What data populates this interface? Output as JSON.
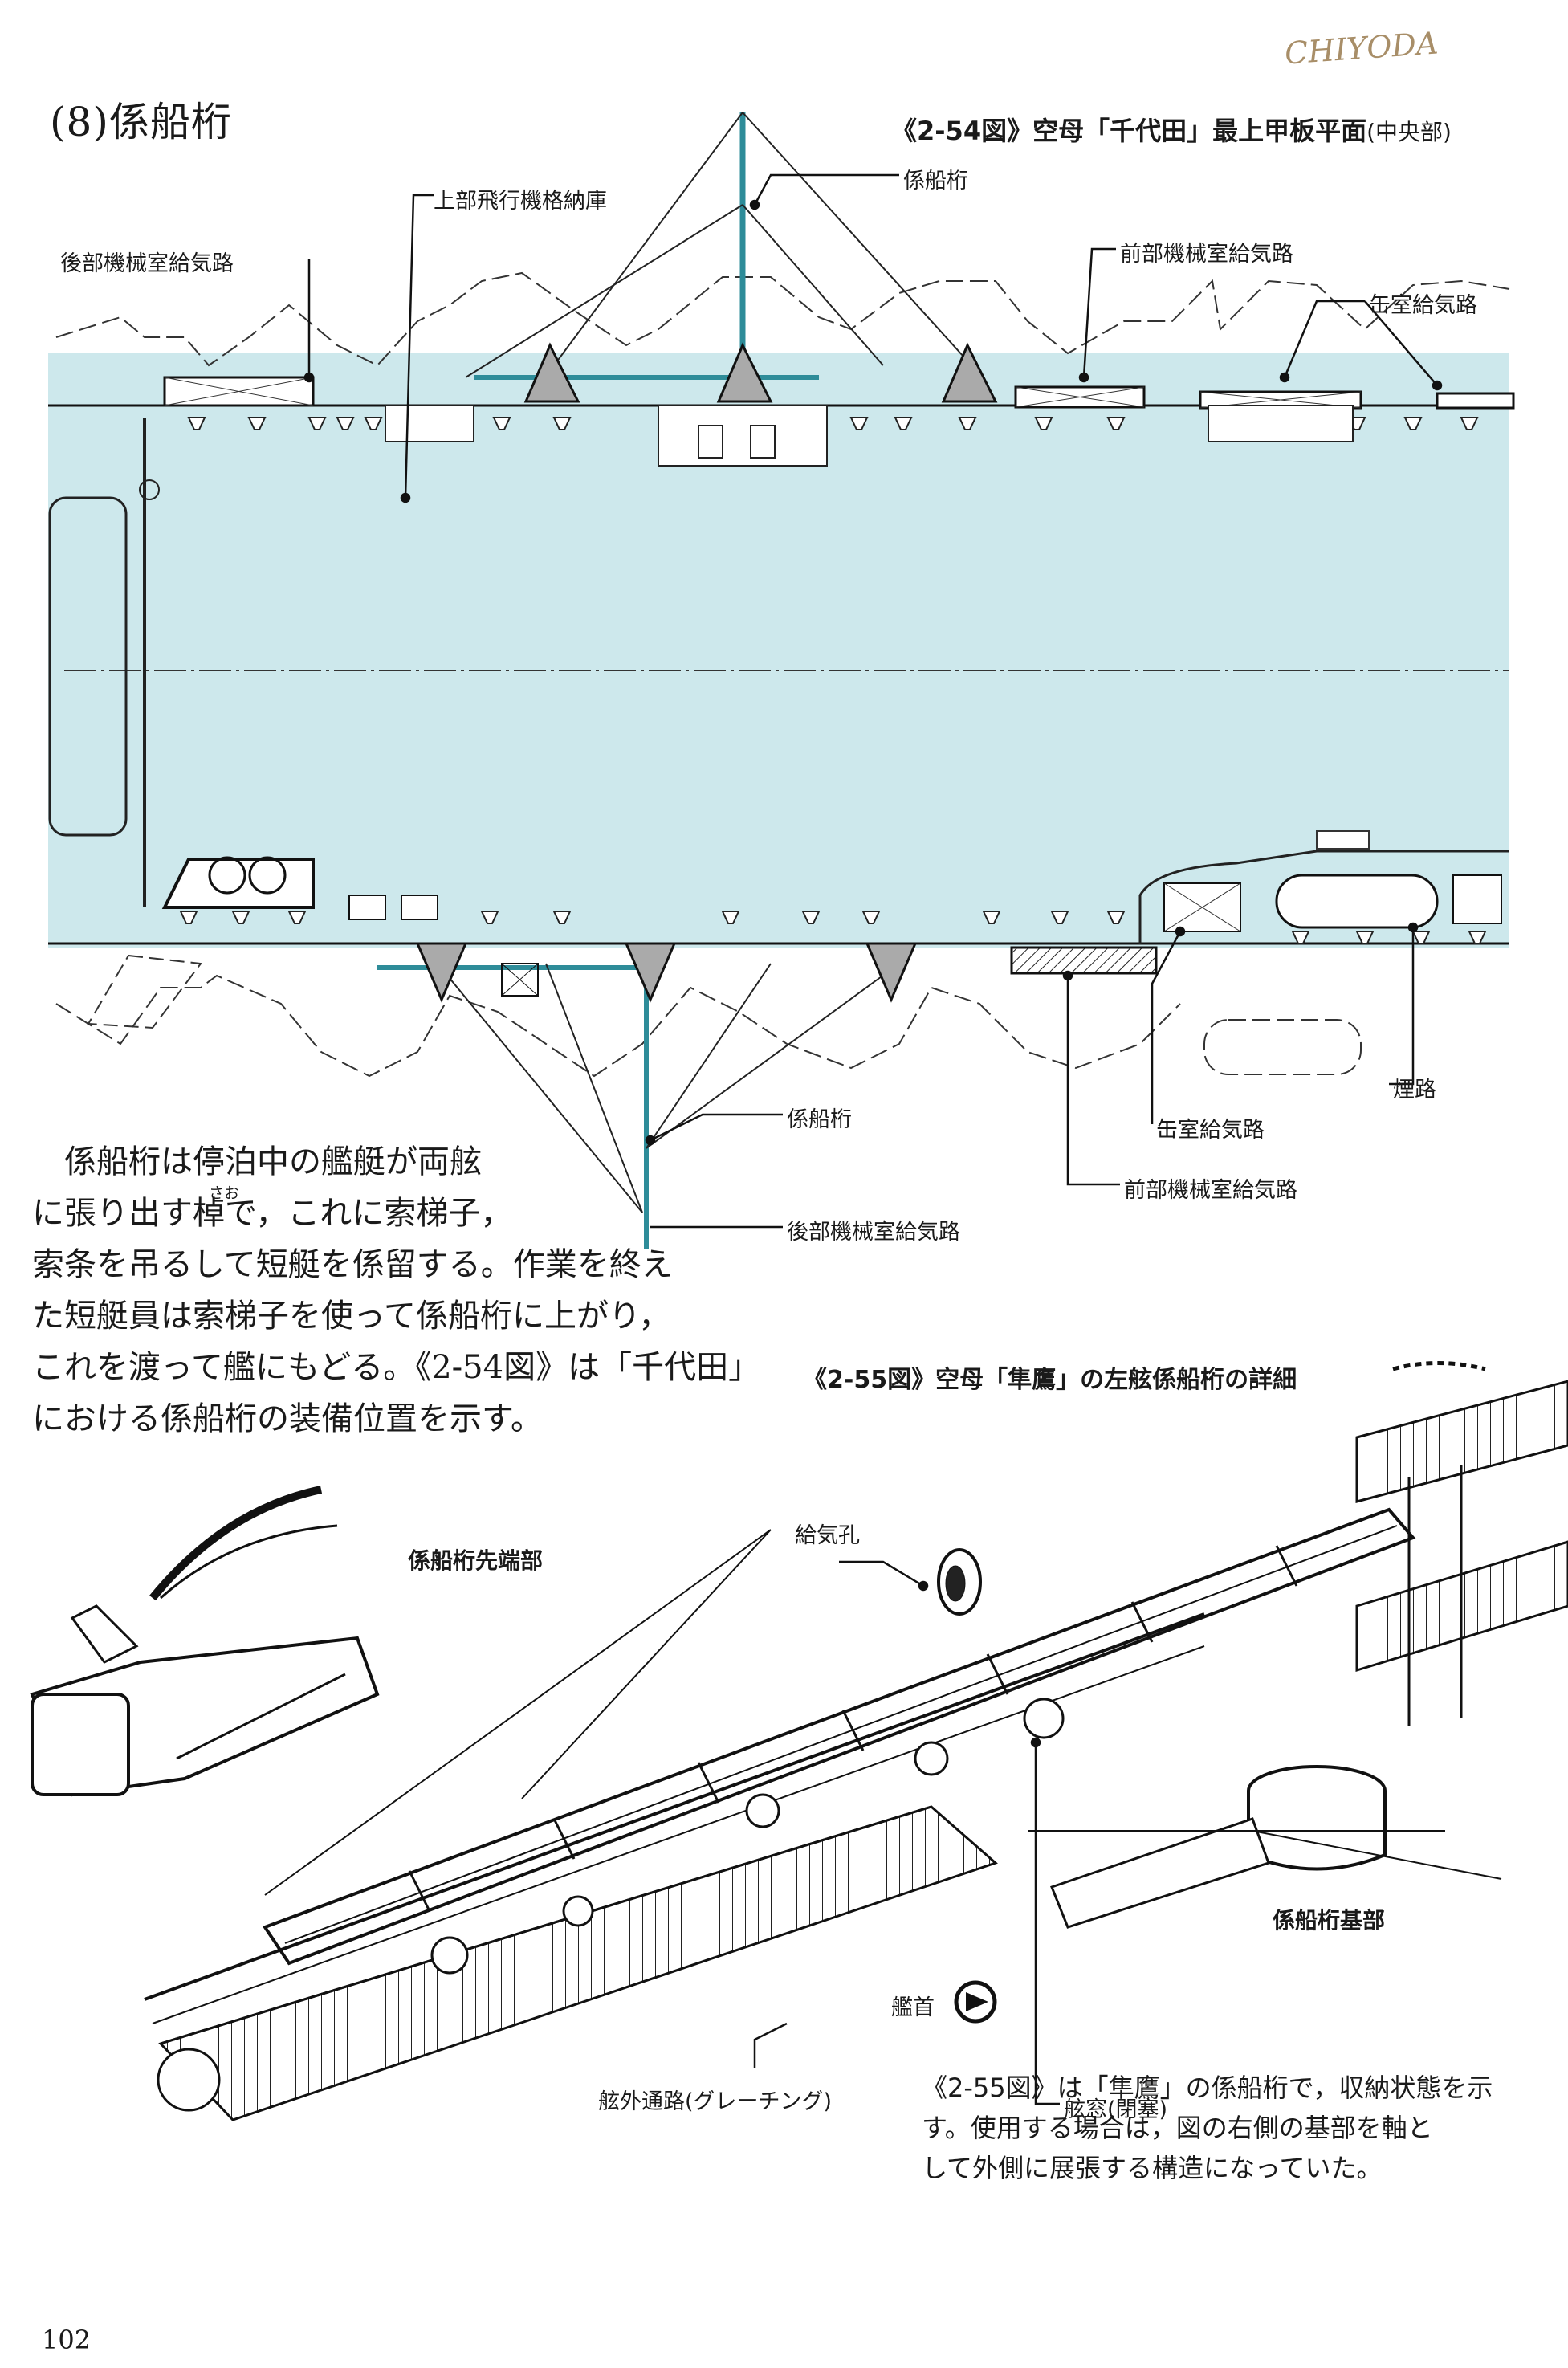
{
  "header": {
    "section_title": "(8)係船桁",
    "handwritten_note": "CHIYODA"
  },
  "figure_54": {
    "caption": "《2-54図》空母「千代田」最上甲板平面",
    "caption_suffix": "(中央部)",
    "deck_color": "#cde8ec",
    "boom_color": "#2e8c99",
    "labels": {
      "upper_hangar": "上部飛行機格納庫",
      "boom_top": "係船桁",
      "aft_machinery_intake_top": "後部機械室給気路",
      "fwd_machinery_intake_top": "前部機械室給気路",
      "boiler_intake_top": "缶室給気路",
      "boom_bottom": "係船桁",
      "aft_machinery_intake_bottom": "後部機械室給気路",
      "smoke_duct": "煙路",
      "boiler_intake_bottom": "缶室給気路",
      "fwd_machinery_intake_bottom": "前部機械室給気路"
    }
  },
  "body_text": {
    "lines": [
      "　係船桁は停泊中の艦艇が両舷",
      "に張り出す棹で，これに索梯子，",
      "索条を吊るして短艇を係留する。作業を終え",
      "た短艇員は索梯子を使って係船桁に上がり，",
      "これを渡って艦にもどる。《2-54図》は「千代田」",
      "における係船桁の装備位置を示す。"
    ],
    "furigana": "さお"
  },
  "figure_55": {
    "caption": "《2-55図》空母「隼鷹」の左舷係船桁の詳細",
    "labels": {
      "boom_tip": "係船桁先端部",
      "vent_hole": "給気孔",
      "boom_base": "係船桁基部",
      "bow": "艦首",
      "porthole": "舷窓(閉塞)",
      "outboard_walkway": "舷外通路(グレーチング)"
    },
    "caption_text": [
      "《2-55図》は「隼鷹」の係船桁で，収納状態を示",
      "す。使用する場合は，図の右側の基部を軸と",
      "して外側に展張する構造になっていた。"
    ]
  },
  "footer": {
    "page_number": "102"
  }
}
